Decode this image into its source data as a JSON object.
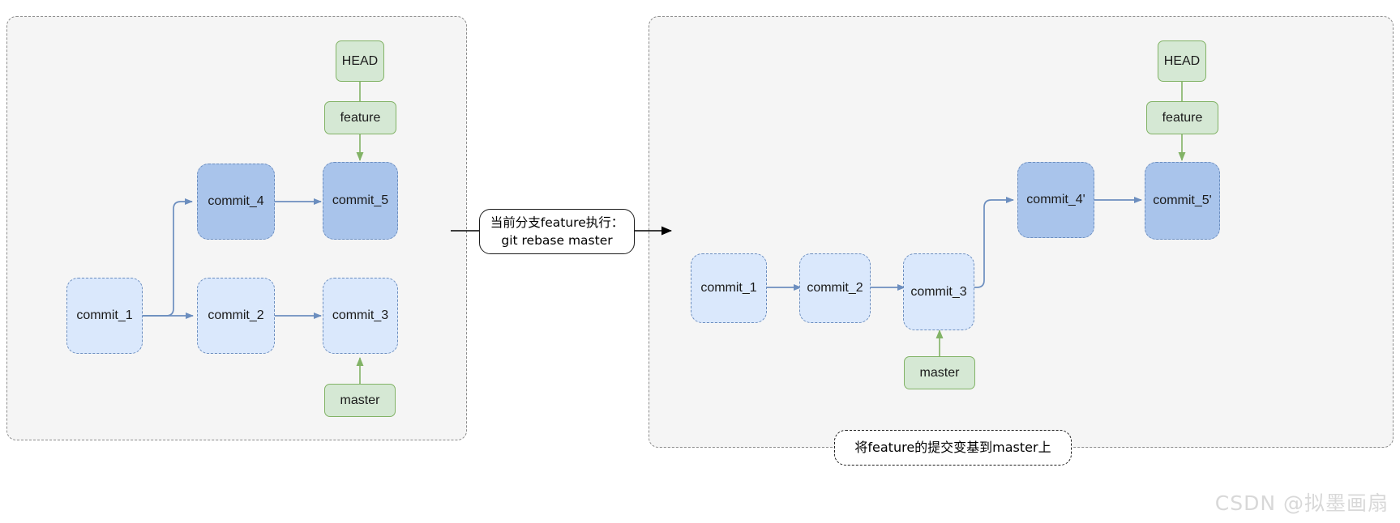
{
  "diagram": {
    "title": "Git rebase before and after",
    "colors": {
      "panel_bg": "#f5f5f5",
      "panel_border": "#8c8c8c",
      "commit_old_fill": "#dae8fc",
      "commit_new_fill": "#a9c4eb",
      "commit_border": "#6c8ebf",
      "ref_fill": "#d5e8d4",
      "ref_border": "#82b366",
      "arrow_blue": "#6c8ebf",
      "arrow_green": "#82b366",
      "arrow_black": "#000000",
      "watermark": "#d8d8d8"
    }
  },
  "left_panel": {
    "name": "before-rebase",
    "commits_main": [
      {
        "id": "commit_1",
        "label": "commit_1"
      },
      {
        "id": "commit_2",
        "label": "commit_2"
      },
      {
        "id": "commit_3",
        "label": "commit_3"
      }
    ],
    "commits_feature": [
      {
        "id": "commit_4",
        "label": "commit_4"
      },
      {
        "id": "commit_5",
        "label": "commit_5"
      }
    ],
    "refs": [
      {
        "id": "head",
        "label": "HEAD"
      },
      {
        "id": "feature",
        "label": "feature"
      },
      {
        "id": "master",
        "label": "master"
      }
    ]
  },
  "center_callout": {
    "name": "rebase-command-callout",
    "line1": "当前分支feature执行：",
    "line2": "git rebase master"
  },
  "right_panel": {
    "name": "after-rebase",
    "commits_main": [
      {
        "id": "commit_1",
        "label": "commit_1"
      },
      {
        "id": "commit_2",
        "label": "commit_2"
      },
      {
        "id": "commit_3",
        "label": "commit_3"
      }
    ],
    "commits_feature": [
      {
        "id": "commit_4_prime",
        "label": "commit_4'"
      },
      {
        "id": "commit_5_prime",
        "label": "commit_5'"
      }
    ],
    "refs": [
      {
        "id": "head",
        "label": "HEAD"
      },
      {
        "id": "feature",
        "label": "feature"
      },
      {
        "id": "master",
        "label": "master"
      }
    ],
    "caption": "将feature的提交变基到master上"
  },
  "watermark": {
    "text": "CSDN @拟墨画扇"
  }
}
